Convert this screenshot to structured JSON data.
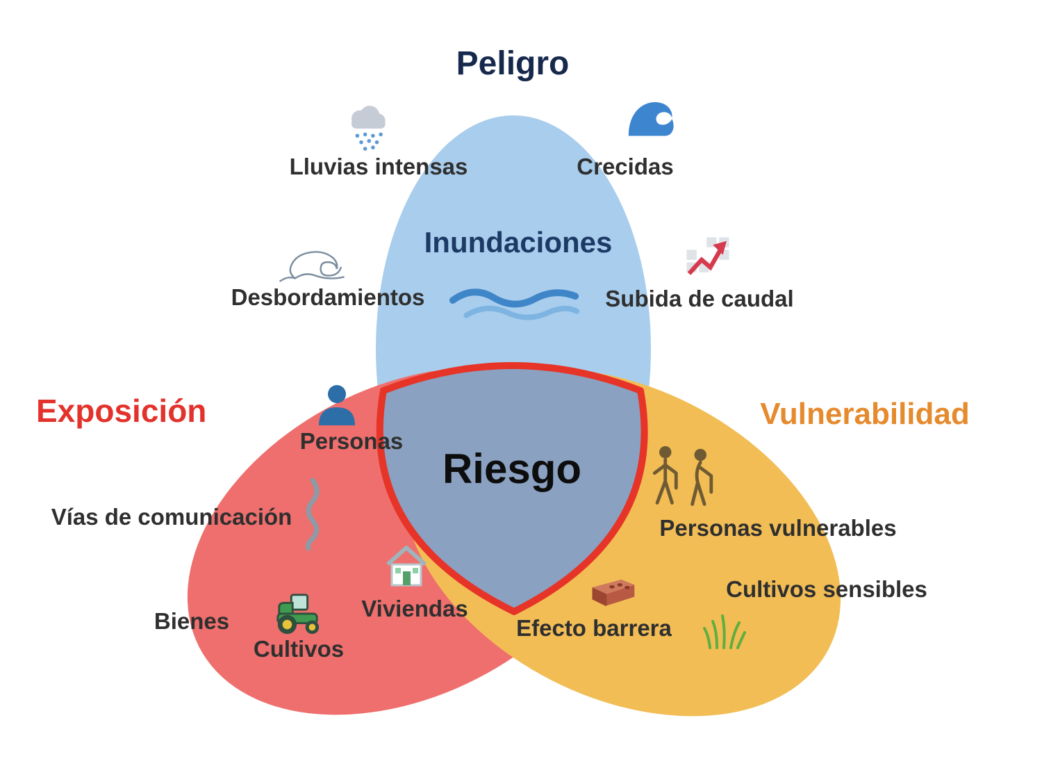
{
  "labels": {
    "peligro": "Peligro",
    "inundaciones": "Inundaciones",
    "exposicion": "Exposición",
    "vulnerabilidad": "Vulnerabilidad",
    "riesgo": "Riesgo",
    "lluvias_intensas": "Lluvias intensas",
    "crecidas": "Crecidas",
    "desbordamientos": "Desbordamientos",
    "subida_de_caudal": "Subida de caudal",
    "personas": "Personas",
    "vias_de_comunicacion": "Vías de comunicación",
    "viviendas": "Viviendas",
    "bienes": "Bienes",
    "cultivos": "Cultivos",
    "personas_vulnerables": "Personas vulnerables",
    "cultivos_sensibles": "Cultivos sensibles",
    "efecto_barrera": "Efecto barrera"
  },
  "icons": {
    "lluvias_intensas": "rain-cloud-icon",
    "crecidas": "wave-crest-icon",
    "desbordamientos": "wave-sketch-icon",
    "subida_de_caudal": "rising-chart-icon",
    "inundaciones": "water-waves-icon",
    "personas": "person-icon",
    "vias_de_comunicacion": "winding-road-icon",
    "viviendas": "house-icon",
    "cultivos": "tractor-icon",
    "personas_vulnerables": "elderly-couple-icon",
    "efecto_barrera": "brick-icon",
    "cultivos_sensibles": "grass-icon"
  },
  "colors": {
    "peligro_fill": "#a9cdec",
    "exposicion_fill": "#ee6f6d",
    "vulnerabilidad_fill": "#f2bd55",
    "riesgo_fill": "#8ba1c1",
    "riesgo_border": "#e63428",
    "peligro_text": "#16294d",
    "inundaciones_text": "#1d3a66",
    "exposicion_text": "#e3322b",
    "vulnerabilidad_text": "#e68a2e",
    "riesgo_text": "#0d0d0d",
    "item_text": "#2f2f2f"
  }
}
